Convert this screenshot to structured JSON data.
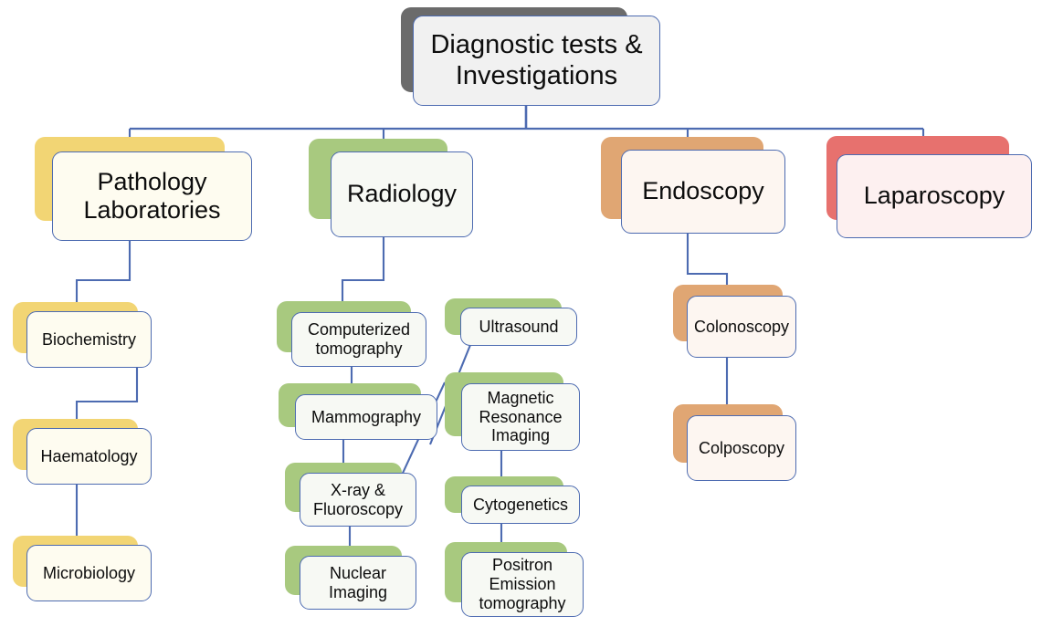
{
  "diagram": {
    "title": "Diagnostic tests & Investigations",
    "type": "hierarchy-tree",
    "background": "#ffffff",
    "connector_color": "#4d6bb1",
    "border_color": "#4d6bb1",
    "text_color": "#0d0d0d"
  },
  "root": {
    "label": "Diagnostic tests &\nInvestigations",
    "accent": "#6b6b6b",
    "fill": "#f1f1f1"
  },
  "branches": [
    {
      "key": "pathology",
      "label": "Pathology\nLaboratories",
      "accent": "#f2d574",
      "fill": "#fefcf0",
      "children": [
        {
          "label": "Biochemistry"
        },
        {
          "label": "Haematology"
        },
        {
          "label": "Microbiology"
        }
      ]
    },
    {
      "key": "radiology",
      "label": "Radiology",
      "accent": "#a8c97f",
      "fill": "#f7f9f4",
      "children": [
        {
          "label": "Computerized\ntomography"
        },
        {
          "label": "Mammography"
        },
        {
          "label": "X-ray &\nFluoroscopy"
        },
        {
          "label": "Nuclear\nImaging"
        },
        {
          "label": "Ultrasound"
        },
        {
          "label": "Magnetic\nResonance\nImaging"
        },
        {
          "label": "Cytogenetics"
        },
        {
          "label": "Positron\nEmission\ntomography"
        }
      ]
    },
    {
      "key": "endoscopy",
      "label": "Endoscopy",
      "accent": "#e0a673",
      "fill": "#fdf6f1",
      "children": [
        {
          "label": "Colonoscopy"
        },
        {
          "label": "Colposcopy"
        }
      ]
    },
    {
      "key": "laparoscopy",
      "label": "Laparoscopy",
      "accent": "#e7716e",
      "fill": "#fdf0f0",
      "children": []
    }
  ]
}
